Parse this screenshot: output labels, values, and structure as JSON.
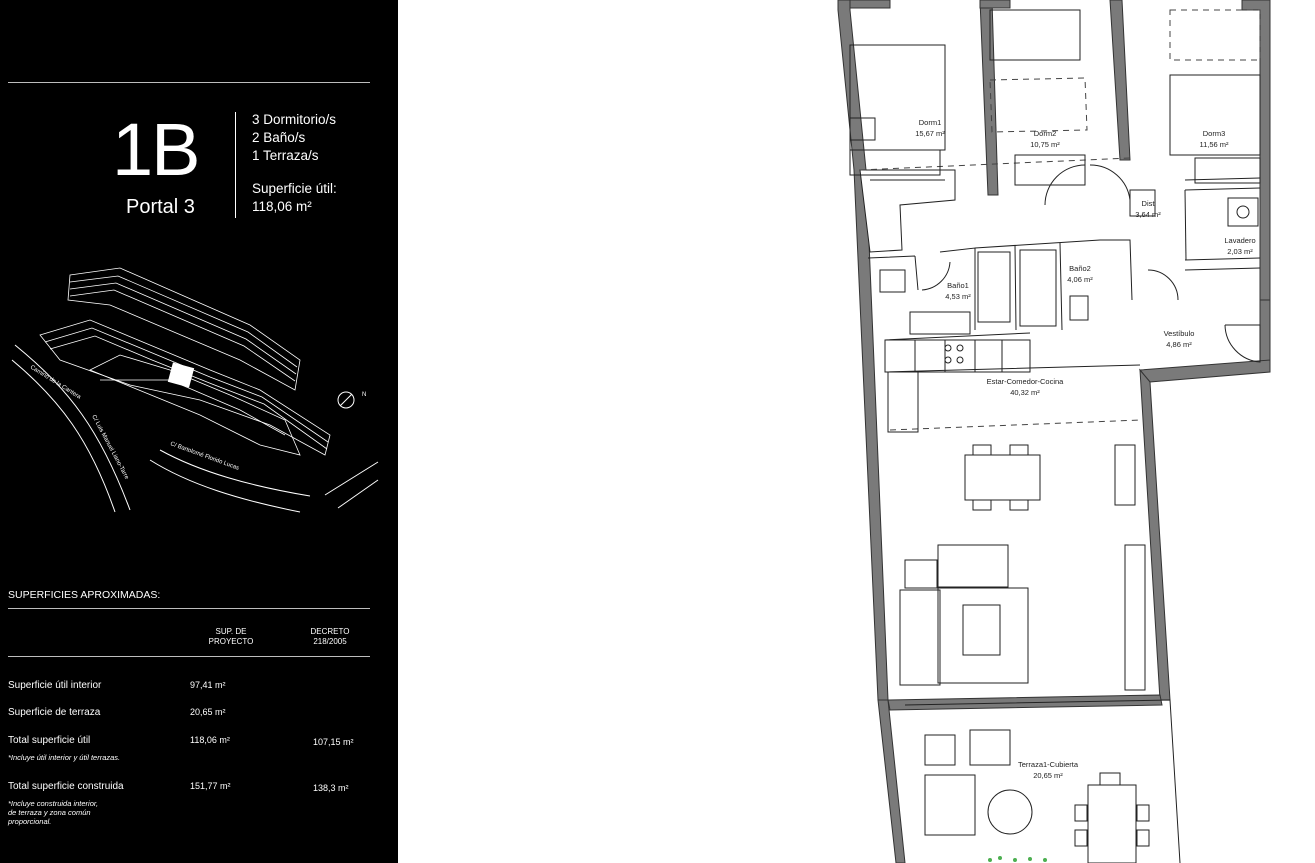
{
  "unit": {
    "code": "1B",
    "portal": "Portal 3",
    "bedrooms": "3 Dormitorio/s",
    "bathrooms": "2 Baño/s",
    "terraces": "1 Terraza/s",
    "useful_area_label": "Superficie útil:",
    "useful_area_value": "118,06 m²"
  },
  "site_map": {
    "streets": [
      "Camino de la Cantera",
      "C/ Luis Manuel Liano-Tarre",
      "C/ Bartolomé Florido Lucas"
    ],
    "north": "N"
  },
  "surfaces": {
    "title": "SUPERFICIES APROXIMADAS:",
    "col1": "SUP. DE PROYECTO",
    "col1_line1": "SUP. DE",
    "col1_line2": "PROYECTO",
    "col2_line1": "DECRETO",
    "col2_line2": "218/2005",
    "rows": [
      {
        "label": "Superficie útil interior",
        "project": "97,41  m²",
        "decree": "",
        "note": ""
      },
      {
        "label": "Superficie de terraza",
        "project": "20,65 m²",
        "decree": "",
        "note": ""
      },
      {
        "label": "Total superficie útil",
        "project": "118,06 m²",
        "decree": "107,15 m²",
        "note": "*Incluye útil interior y útil terrazas."
      },
      {
        "label": "Total superficie construida",
        "project": "151,77 m²",
        "decree": "138,3 m²",
        "note_lines": [
          "*Incluye construida interior,",
          "de terraza y zona común",
          "proporcional."
        ]
      }
    ]
  },
  "rooms": [
    {
      "name": "Dorm1",
      "area": "15,67 m²"
    },
    {
      "name": "Dorm2",
      "area": "10,75 m²"
    },
    {
      "name": "Dorm3",
      "area": "11,56 m²"
    },
    {
      "name": "Dist",
      "area": "3,64 m²"
    },
    {
      "name": "Lavadero",
      "area": "2,03 m²"
    },
    {
      "name": "Baño1",
      "area": "4,53 m²"
    },
    {
      "name": "Baño2",
      "area": "4,06 m²"
    },
    {
      "name": "Vestíbulo",
      "area": "4,86 m²"
    },
    {
      "name": "Estar-Comedor-Cocina",
      "area": "40,32 m²"
    },
    {
      "name": "Terraza1-Cubierta",
      "area": "20,65 m²"
    }
  ]
}
